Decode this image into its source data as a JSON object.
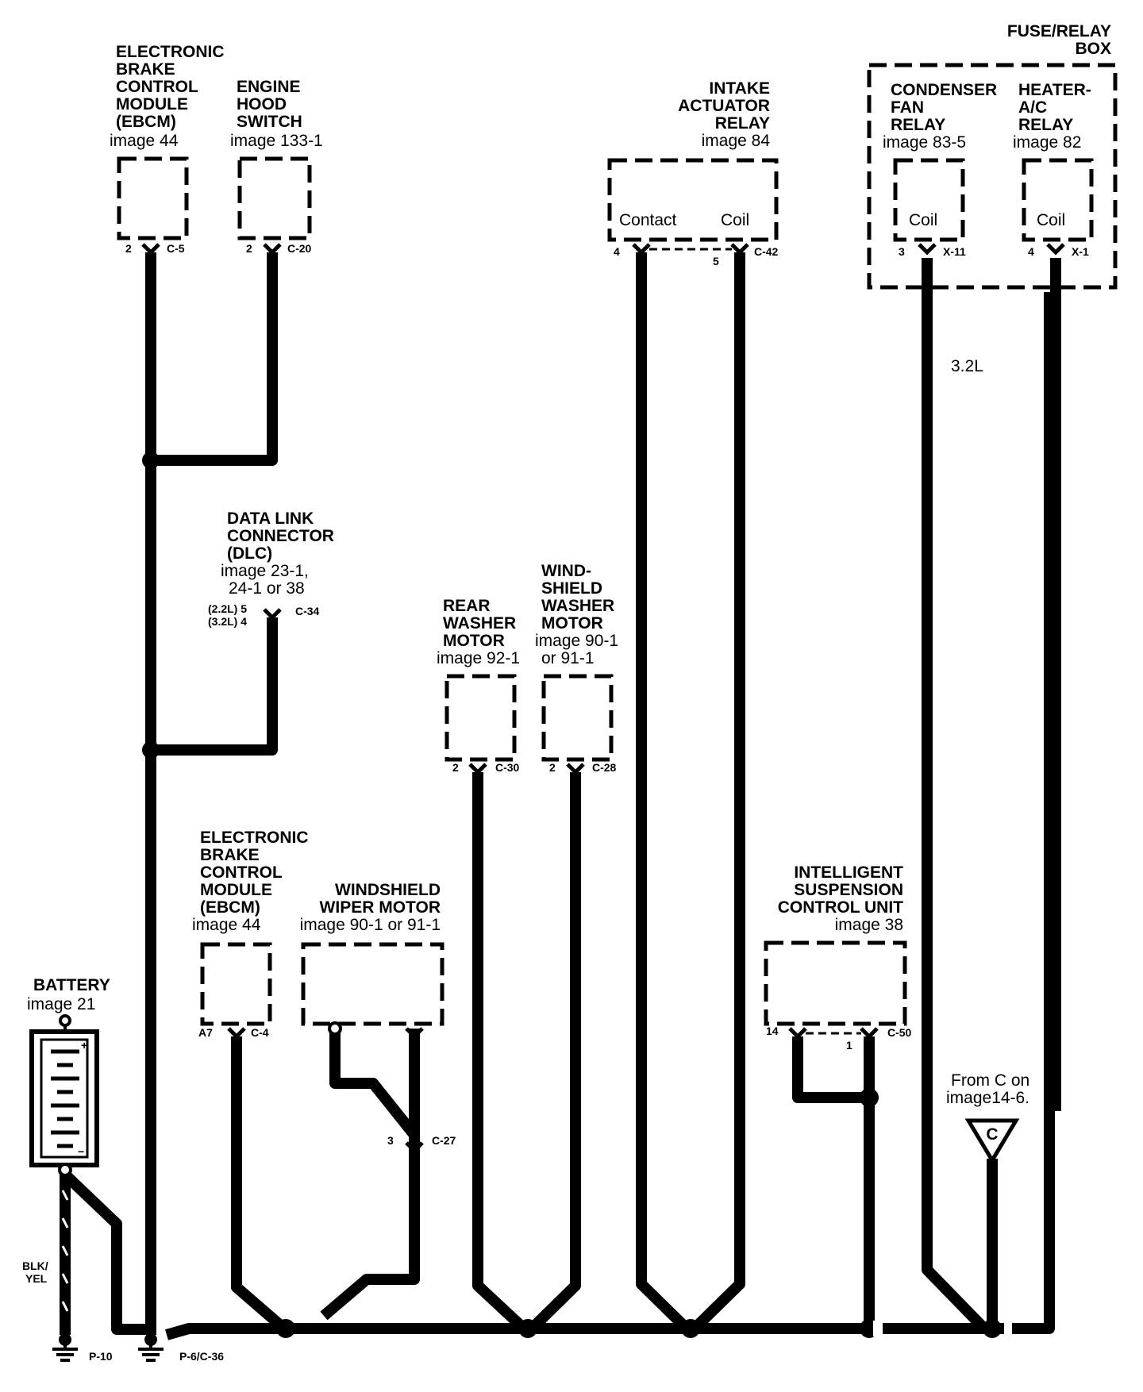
{
  "components": {
    "ebcm_top": {
      "lines": [
        "ELECTRONIC",
        "BRAKE",
        "CONTROL",
        "MODULE",
        "(EBCM)"
      ],
      "ref": "image 44",
      "pin": "2",
      "connector": "C-5"
    },
    "hood_switch": {
      "lines": [
        "ENGINE",
        "HOOD",
        "SWITCH"
      ],
      "ref": "image 133-1",
      "pin": "2",
      "connector": "C-20"
    },
    "intake_relay": {
      "lines": [
        "INTAKE",
        "ACTUATOR",
        "RELAY"
      ],
      "ref": "image 84",
      "contact": "Contact",
      "coil": "Coil",
      "pin_contact": "4",
      "pin_coil": "5",
      "connector": "C-42"
    },
    "fuse_box": {
      "lines": [
        "FUSE/RELAY",
        "BOX"
      ]
    },
    "condenser_relay": {
      "lines": [
        "CONDENSER",
        "FAN",
        "RELAY"
      ],
      "ref": "image 83-5",
      "coil": "Coil",
      "pin": "3",
      "connector": "X-11"
    },
    "heater_relay": {
      "lines": [
        "HEATER-",
        "A/C",
        "RELAY"
      ],
      "ref": "image 82",
      "coil": "Coil",
      "pin": "4",
      "connector": "X-1"
    },
    "dlc": {
      "lines": [
        "DATA LINK",
        "CONNECTOR",
        "(DLC)"
      ],
      "ref_lines": [
        "image 23-1,",
        "24-1 or 38"
      ],
      "pin_22": "(2.2L) 5",
      "pin_32": "(3.2L) 4",
      "connector": "C-34"
    },
    "rear_washer": {
      "lines": [
        "REAR",
        "WASHER",
        "MOTOR"
      ],
      "ref": "image 92-1",
      "pin": "2",
      "connector": "C-30"
    },
    "ws_washer": {
      "lines": [
        "WIND-",
        "SHIELD",
        "WASHER",
        "MOTOR"
      ],
      "ref_lines": [
        "image 90-1",
        "or 91-1"
      ],
      "pin": "2",
      "connector": "C-28"
    },
    "ebcm_bottom": {
      "lines": [
        "ELECTRONIC",
        "BRAKE",
        "CONTROL",
        "MODULE",
        "(EBCM)"
      ],
      "ref": "image 44",
      "pin": "A7",
      "connector": "C-4"
    },
    "wiper_motor": {
      "lines": [
        "WINDSHIELD",
        "WIPER MOTOR"
      ],
      "ref": "image 90-1 or 91-1",
      "pin": "3",
      "connector": "C-27"
    },
    "suspension": {
      "lines": [
        "INTELLIGENT",
        "SUSPENSION",
        "CONTROL UNIT"
      ],
      "ref": "image 38",
      "pin_a": "14",
      "pin_b": "1",
      "connector": "C-50"
    },
    "battery": {
      "title": "BATTERY",
      "ref": "image 21",
      "plus": "+",
      "minus": "−",
      "wire": [
        "BLK/",
        "YEL"
      ]
    }
  },
  "notes": {
    "engine_variant": "3.2L",
    "from_c": [
      "From C on",
      "image14-6."
    ],
    "c_symbol": "C"
  },
  "grounds": {
    "g1": "P-10",
    "g2": "P-6/C-36"
  }
}
